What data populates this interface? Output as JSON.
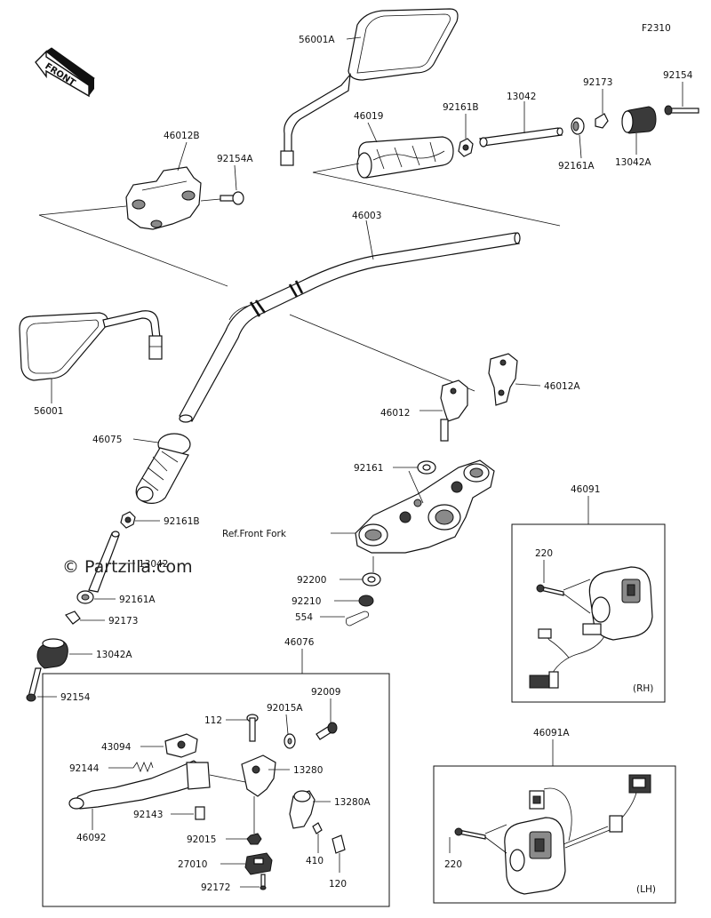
{
  "figure_code": "F2310",
  "watermark": "© Partzilla.com",
  "front_label": "FRONT",
  "labels": {
    "p56001A": "56001A",
    "p46012B": "46012B",
    "p92154A": "92154A",
    "p46019": "46019",
    "p92161B_top": "92161B",
    "p13042_top": "13042",
    "p92173_top": "92173",
    "p92154_top": "92154",
    "p92161A_top": "92161A",
    "p13042A_top": "13042A",
    "p46003": "46003",
    "p56001": "56001",
    "p46012A": "46012A",
    "p46012": "46012",
    "p46075": "46075",
    "p92161": "92161",
    "p92161B_left": "92161B",
    "p13042_left": "13042",
    "ref_front_fork": "Ref.Front Fork",
    "p92161A_left": "92161A",
    "p92173_left": "92173",
    "p92200": "92200",
    "p92210": "92210",
    "p554": "554",
    "p13042A_left": "13042A",
    "p92154_left": "92154",
    "p46076": "46076",
    "p92009": "92009",
    "p112": "112",
    "p92015A": "92015A",
    "p43094": "43094",
    "p13280": "13280",
    "p92144": "92144",
    "p13280A": "13280A",
    "p92143": "92143",
    "p46092": "46092",
    "p92015": "92015",
    "p410": "410",
    "p120": "120",
    "p27010": "27010",
    "p92172": "92172",
    "p46091": "46091",
    "p220_rh": "220",
    "rh": "(RH)",
    "p46091A": "46091A",
    "p220_lh": "220",
    "lh": "(LH)"
  }
}
